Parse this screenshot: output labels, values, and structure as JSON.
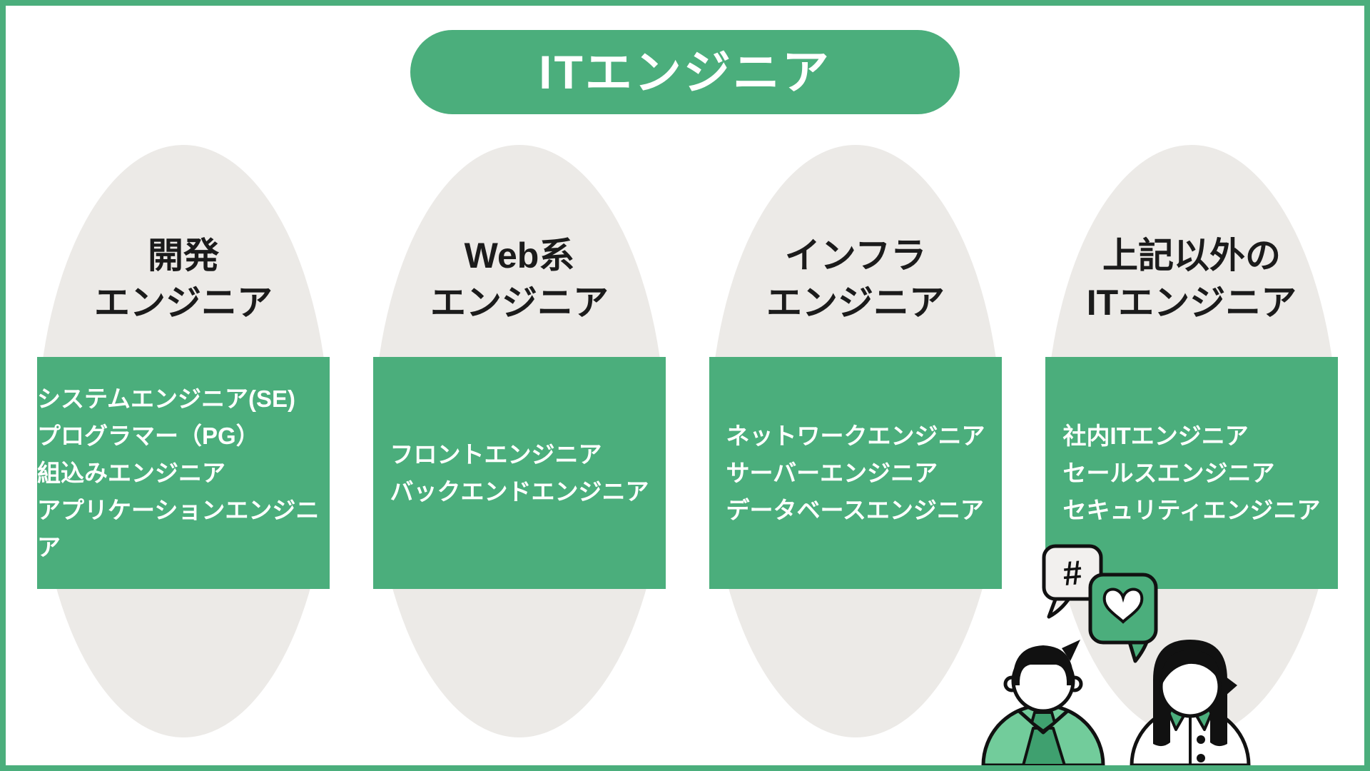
{
  "page": {
    "background": "#ffffff",
    "border_color": "#4BAE7C"
  },
  "header": {
    "title": "ITエンジニア",
    "bg_color": "#4BAE7C",
    "text_color": "#ffffff"
  },
  "columns": [
    {
      "title_lines": [
        "開発",
        "エンジニア"
      ],
      "roles": [
        "システムエンジニア(SE)",
        "プログラマー（PG）",
        "組込みエンジニア",
        "アプリケーションエンジニア"
      ]
    },
    {
      "title_lines": [
        "Web系",
        "エンジニア"
      ],
      "roles": [
        "フロントエンジニア",
        "バックエンドエンジニア"
      ]
    },
    {
      "title_lines": [
        "インフラ",
        "エンジニア"
      ],
      "roles": [
        "ネットワークエンジニア",
        "サーバーエンジニア",
        "データベースエンジニア"
      ]
    },
    {
      "title_lines": [
        "上記以外の",
        "ITエンジニア"
      ],
      "roles": [
        "社内ITエンジニア",
        "セールスエンジニア",
        "セキュリティエンジニア"
      ]
    }
  ],
  "illustration": {
    "hashtag_symbol": "#",
    "icons": [
      "hashtag-speech-bubble-icon",
      "heart-speech-bubble-icon",
      "man-with-tie",
      "woman-long-hair"
    ]
  },
  "colors": {
    "green_main": "#4BAE7C",
    "green_light_shirt": "#72CC9B",
    "green_tie": "#3FA06F",
    "oval_gray": "#ECEAE7",
    "bubble_gray": "#F2F0EE",
    "outline_black": "#111111",
    "title_text": "#1B1B1B",
    "list_text": "#ffffff"
  }
}
